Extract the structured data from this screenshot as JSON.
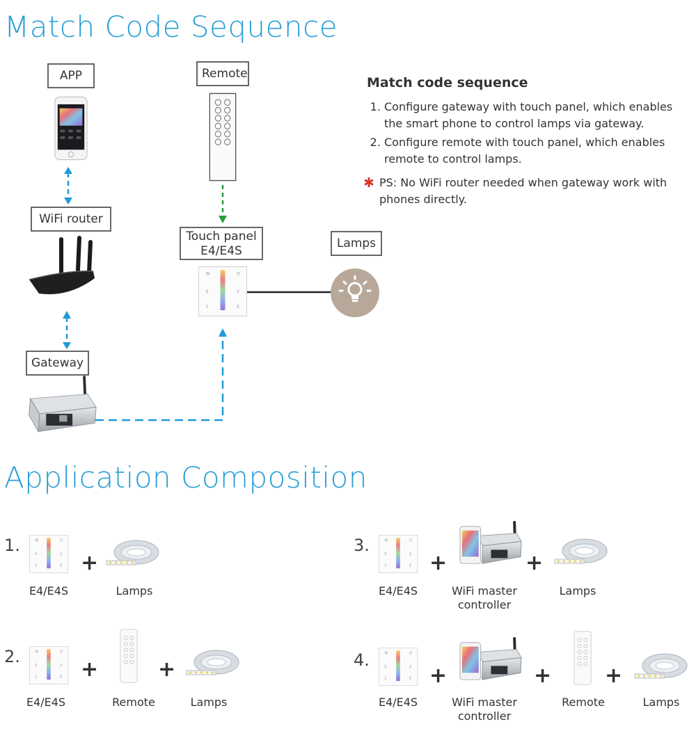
{
  "sections": {
    "match_title": "Match Code Sequence",
    "application_title": "Application Composition"
  },
  "diagram": {
    "app_label": "APP",
    "remote_label": "Remote",
    "wifi_router_label": "WiFi router",
    "touch_panel_label_line1": "Touch panel",
    "touch_panel_label_line2": "E4/E4S",
    "lamps_label": "Lamps",
    "gateway_label": "Gateway"
  },
  "info": {
    "heading": "Match code sequence",
    "steps": [
      "Configure gateway with touch panel, which enables the smart phone to control lamps via gateway.",
      "Configure remote with touch panel, which enables remote to control lamps."
    ],
    "ps_symbol": "✱",
    "ps": "PS: No WiFi router needed when gateway work with phones directly."
  },
  "applications": [
    {
      "number": "1.",
      "items": [
        "E4/E4S",
        "Lamps"
      ]
    },
    {
      "number": "2.",
      "items": [
        "E4/E4S",
        "Remote",
        "Lamps"
      ]
    },
    {
      "number": "3.",
      "items": [
        "E4/E4S",
        "WiFi master controller",
        "Lamps"
      ]
    },
    {
      "number": "4.",
      "items": [
        "E4/E4S",
        "WiFi master controller",
        "Remote",
        "Lamps"
      ]
    }
  ],
  "plus_symbol": "+",
  "colors": {
    "title_blue": "#2a9fd6",
    "arrow_blue": "#1e9bd7",
    "arrow_green": "#2a9b3d",
    "star_red": "#d9342b",
    "lamp_circle": "#b7a89a"
  }
}
